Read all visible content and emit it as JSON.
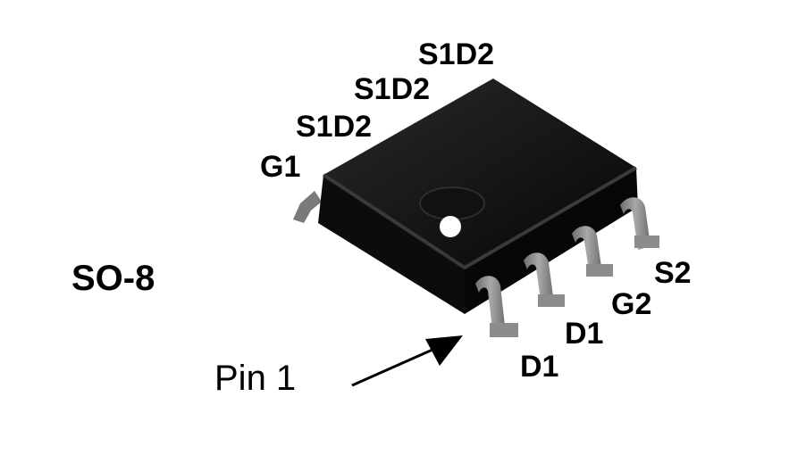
{
  "package": {
    "name": "SO-8"
  },
  "pins_top": [
    {
      "label": "G1"
    },
    {
      "label": "S1D2"
    },
    {
      "label": "S1D2"
    },
    {
      "label": "S1D2"
    }
  ],
  "pins_bottom": [
    {
      "label": "D1"
    },
    {
      "label": "D1"
    },
    {
      "label": "G2"
    },
    {
      "label": "S2"
    }
  ],
  "pin1_marker": {
    "label": "Pin 1"
  },
  "colors": {
    "body": "#0a0a0a",
    "lead": "#8c8c8c",
    "text": "#000000"
  }
}
